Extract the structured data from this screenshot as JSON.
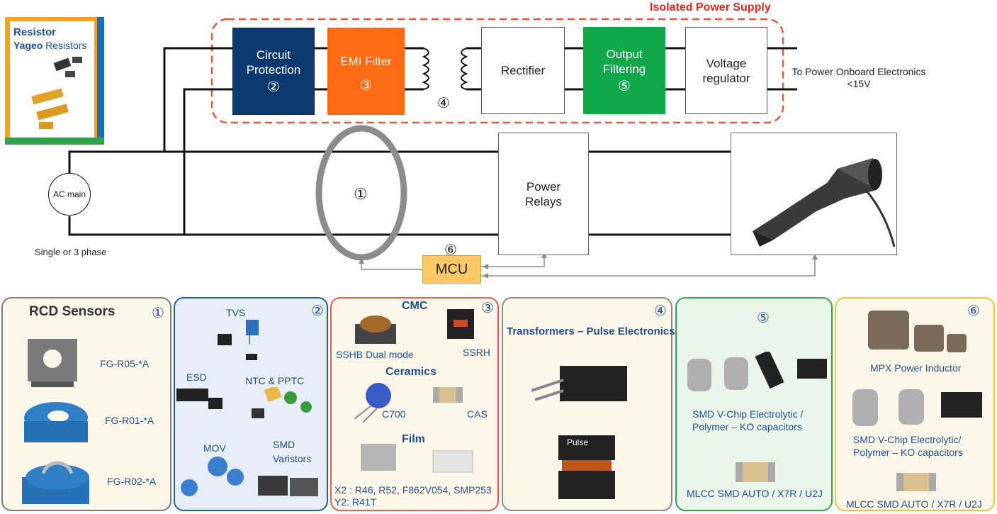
{
  "supply": {
    "title": "Isolated Power Supply"
  },
  "blocks": {
    "circuit_protection": {
      "label": "Circuit Protection",
      "num": "②"
    },
    "emi_filter": {
      "label": "EMI Filter",
      "num": "③"
    },
    "transformer_num": "④",
    "rectifier": {
      "label": "Rectifier"
    },
    "output_filtering": {
      "label": "Output Filtering",
      "num": "⑤"
    },
    "voltage_regulator": {
      "label": "Voltage regulator"
    },
    "output_note_1": "To Power Onboard Electronics",
    "output_note_2": "<15V",
    "ac_main": "AC main",
    "phase_note": "Single or 3 phase",
    "rcd_num": "①",
    "power_relays": "Power Relays",
    "mcu": "MCU",
    "mcu_num": "⑥"
  },
  "yageo": {
    "line1": "Resistor",
    "line2_brand": "Yageo",
    "line2_rest": " Resistors"
  },
  "panels": {
    "p1": {
      "title": "RCD Sensors",
      "num": "①",
      "items": [
        "FG-R05-*A",
        "FG-R01-*A",
        "FG-R02-*A"
      ]
    },
    "p2": {
      "num": "②",
      "tvs": "TVS",
      "esd": "ESD",
      "ntc": "NTC & PPTC",
      "mov": "MOV",
      "smd1": "SMD",
      "smd2": "Varistors"
    },
    "p3": {
      "num": "③",
      "cmc": "CMC",
      "sshb": "SSHB Dual mode",
      "ssrh": "SSRH",
      "ceramics": "Ceramics",
      "c700": "C700",
      "cas": "CAS",
      "film": "Film",
      "x2": "X2 : R46, R52, F862V054, SMP253",
      "y2": "Y2: R41T"
    },
    "p4": {
      "num": "④",
      "title": "Transformers – Pulse Electronics",
      "chip_brand": "Pulse"
    },
    "p5": {
      "num": "⑤",
      "cap1": "SMD V-Chip Electrolytic /",
      "cap2": "Polymer – KO capacitors",
      "mlcc": "MLCC SMD AUTO / X7R / U2J"
    },
    "p6": {
      "num": "⑥",
      "mpx": "MPX Power Inductor",
      "cap1": "SMD V-Chip Electrolytic/",
      "cap2": "Polymer – KO capacitors",
      "mlcc": "MLCC SMD AUTO / X7R / U2J"
    }
  },
  "colors": {
    "blue_block": "#0d3a6e",
    "orange_block": "#ff6a13",
    "green_block": "#0fa84a",
    "mcu": "#fcc966",
    "supply_border": "#e05a3a",
    "title_red": "#e8231f"
  }
}
